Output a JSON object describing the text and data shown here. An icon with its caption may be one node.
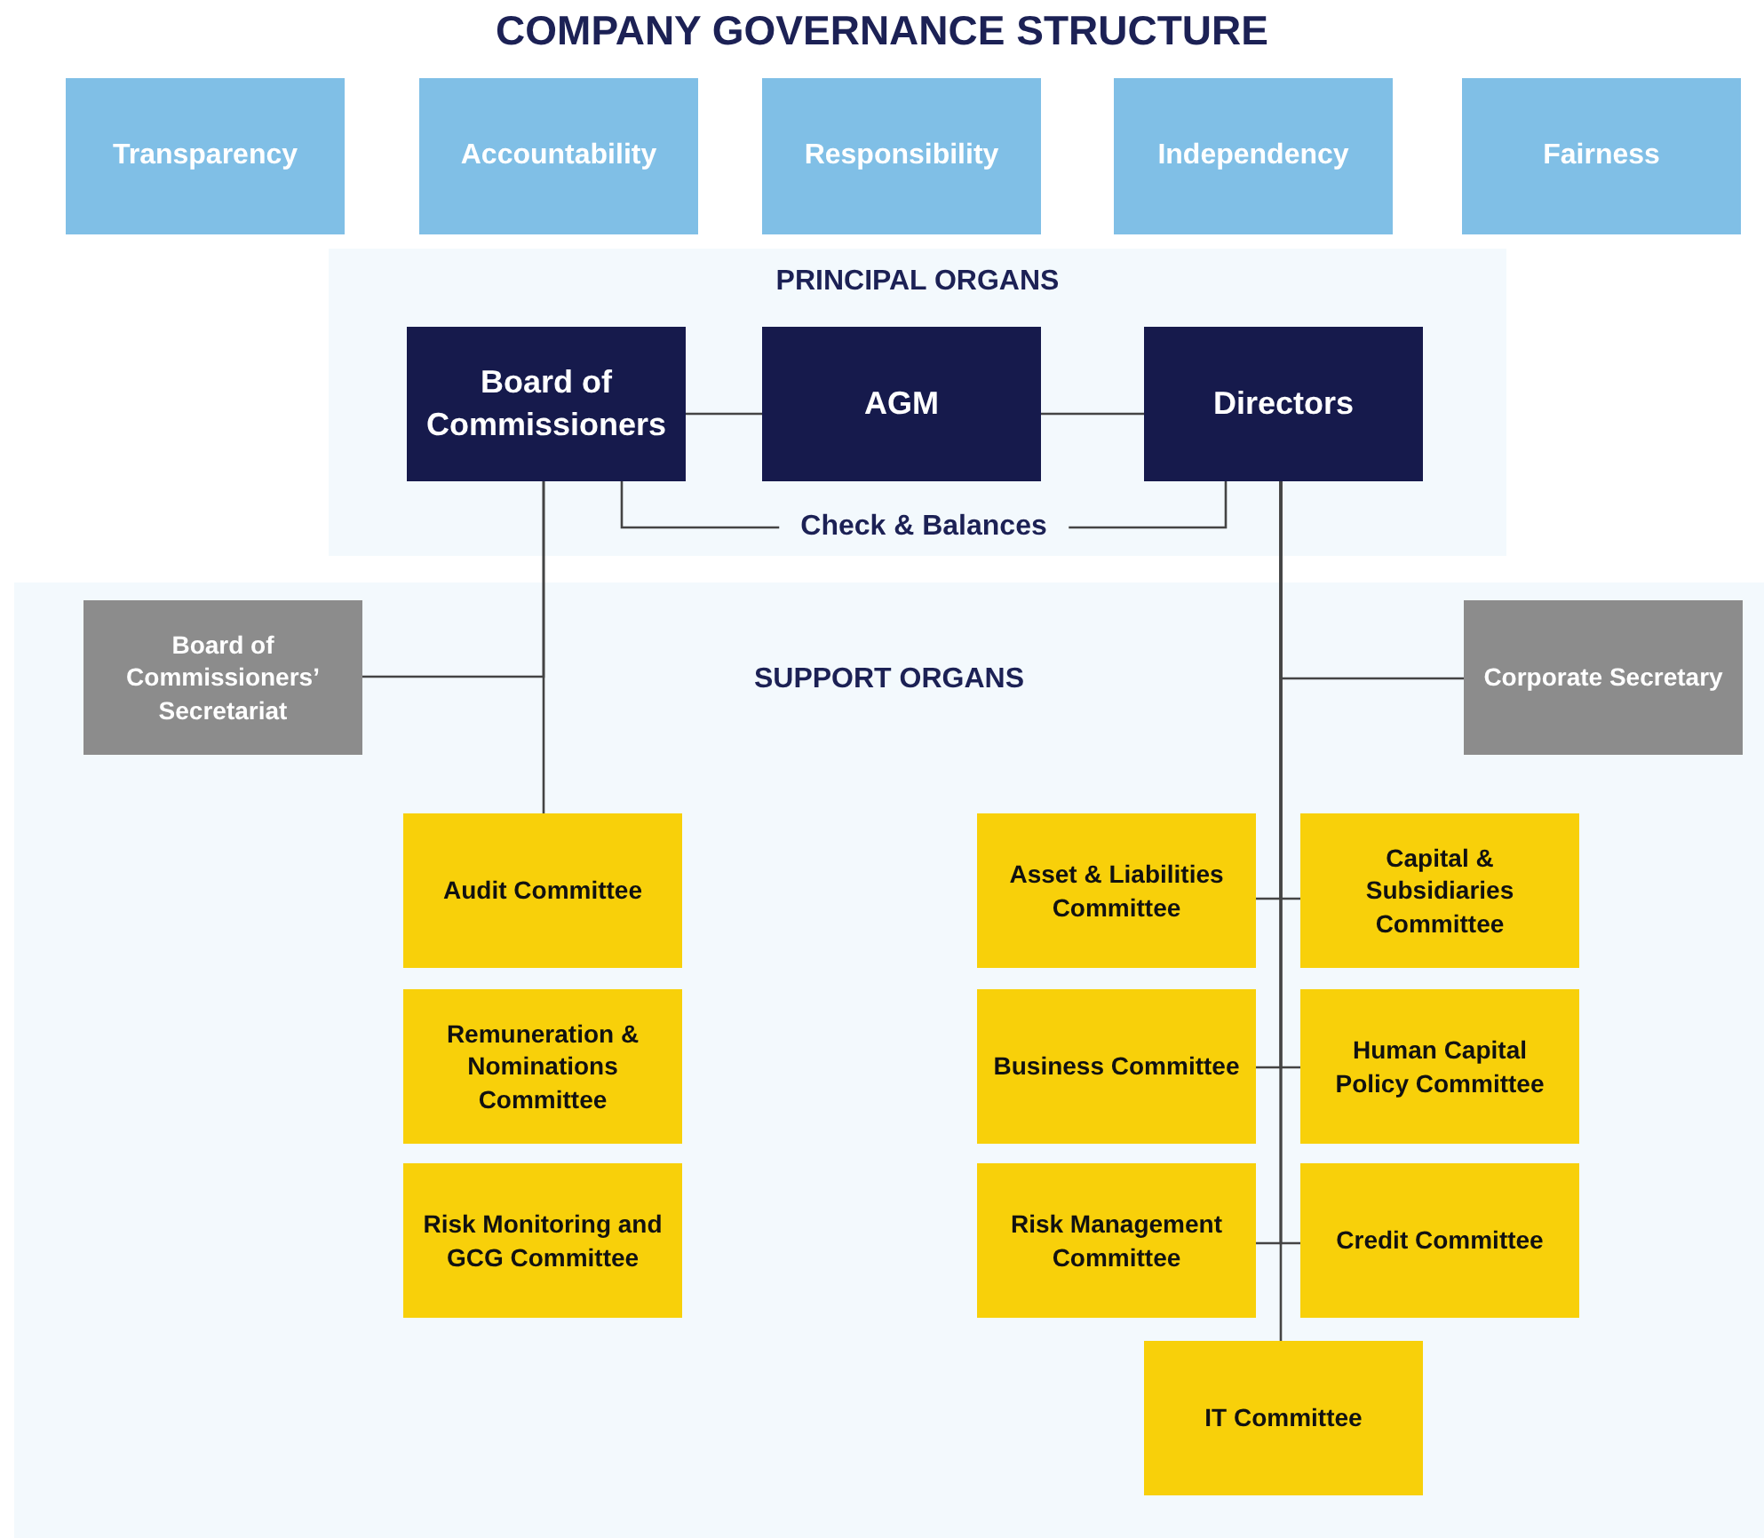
{
  "diagram": {
    "title": "COMPANY GOVERNANCE STRUCTURE",
    "nodes": [
      {
        "text": [
          "Transparency"
        ]
      },
      {
        "text": [
          "Accountability"
        ]
      },
      {
        "text": [
          "Responsibility"
        ]
      },
      {
        "text": [
          "Independency"
        ]
      },
      {
        "text": [
          "Fairness"
        ]
      },
      {
        "text": [
          "PRINCIPAL ORGANS"
        ]
      },
      {
        "text": [
          "Board of Commissioners"
        ],
        "in": 5
      },
      {
        "text": [
          "AGM"
        ],
        "in": 5
      },
      {
        "text": [
          "Directors"
        ],
        "in": 5
      },
      {
        "text": [
          "SUPPORT ORGANS"
        ]
      },
      {
        "text": [
          "Board of Commissioners’ Secretariat"
        ],
        "in": 9
      },
      {
        "text": [
          "Corporate Secretary"
        ],
        "in": 9
      },
      {
        "text": [
          "Audit Committee"
        ],
        "in": 9
      },
      {
        "text": [
          "Remuneration & Nominations Committee"
        ],
        "in": 9
      },
      {
        "text": [
          "Risk Monitoring and GCG Committee"
        ],
        "in": 9
      },
      {
        "text": [
          "Asset & Liabilities Committee"
        ],
        "in": 9
      },
      {
        "text": [
          "Capital & Subsidiaries Committee"
        ],
        "in": 9
      },
      {
        "text": [
          "Business Committee"
        ],
        "in": 9
      },
      {
        "text": [
          "Human Capital Policy Committee"
        ],
        "in": 9
      },
      {
        "text": [
          "Risk Management Committee"
        ],
        "in": 9
      },
      {
        "text": [
          "Credit Committee"
        ],
        "in": 9
      },
      {
        "text": [
          "IT Committee"
        ],
        "in": 9
      }
    ],
    "edges": [
      {
        "from": 6,
        "to": 7,
        "arrow": "none"
      },
      {
        "from": 7,
        "to": 8,
        "arrow": "none"
      },
      {
        "from": 6,
        "to": 8,
        "arrow": "none",
        "label": "Check & Balances"
      },
      {
        "from": 6,
        "to": 10,
        "arrow": "none"
      },
      {
        "from": 6,
        "to": 12,
        "arrow": "none"
      },
      {
        "from": 8,
        "to": 11,
        "arrow": "none"
      },
      {
        "from": 8,
        "to": 15,
        "arrow": "none"
      },
      {
        "from": 8,
        "to": 16,
        "arrow": "none"
      },
      {
        "from": 8,
        "to": 17,
        "arrow": "none"
      },
      {
        "from": 8,
        "to": 18,
        "arrow": "none"
      },
      {
        "from": 8,
        "to": 19,
        "arrow": "none"
      },
      {
        "from": 8,
        "to": 20,
        "arrow": "none"
      },
      {
        "from": 8,
        "to": 21,
        "arrow": "none"
      }
    ]
  }
}
